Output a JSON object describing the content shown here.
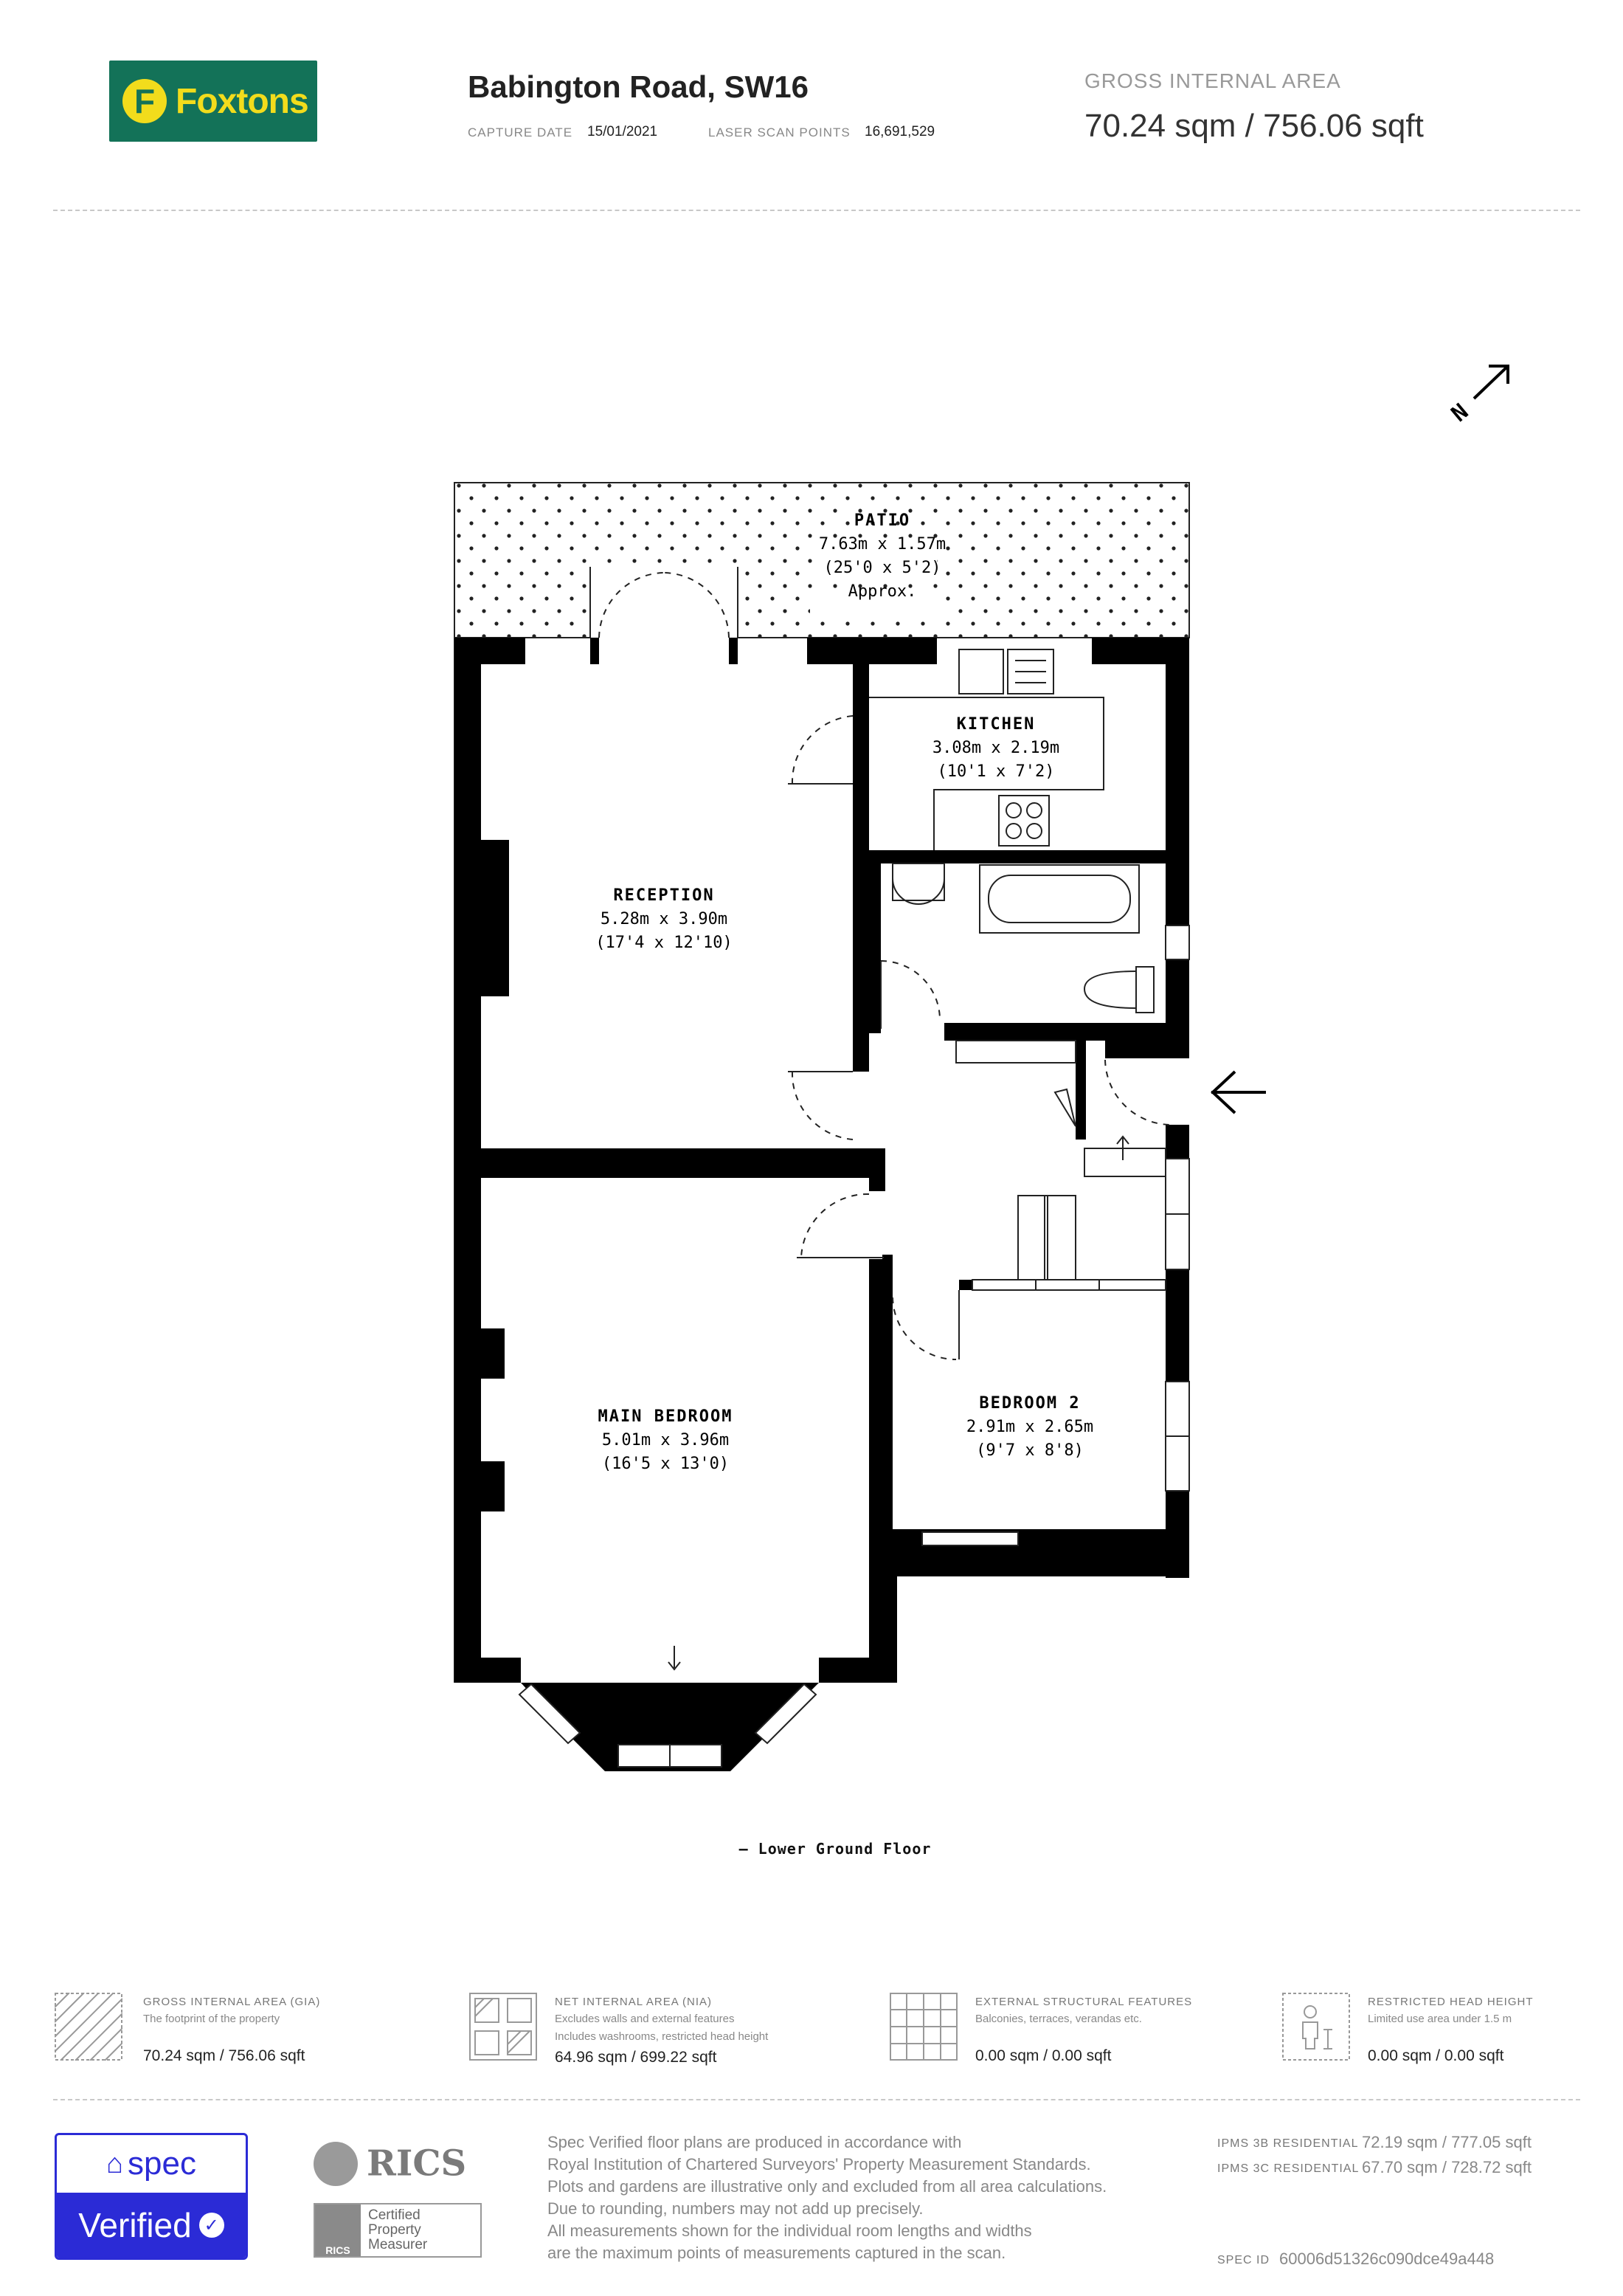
{
  "header": {
    "logo_text": "Foxtons",
    "logo_mark": "F",
    "address": "Babington Road, SW16",
    "capture_date_label": "CAPTURE DATE",
    "capture_date": "15/01/2021",
    "scan_points_label": "LASER SCAN POINTS",
    "scan_points": "16,691,529",
    "gia_label": "GROSS INTERNAL AREA",
    "gia_value": "70.24 sqm / 756.06 sqft"
  },
  "plan": {
    "compass": "N",
    "floor_label": "— Lower Ground Floor",
    "rooms": [
      {
        "name": "PATIO",
        "metric": "7.63m x 1.57m",
        "imperial": "(25'0 x 5'2)",
        "note": "Approx."
      },
      {
        "name": "KITCHEN",
        "metric": "3.08m x 2.19m",
        "imperial": "(10'1 x 7'2)"
      },
      {
        "name": "RECEPTION",
        "metric": "5.28m x 3.90m",
        "imperial": "(17'4 x 12'10)"
      },
      {
        "name": "MAIN BEDROOM",
        "metric": "5.01m x 3.96m",
        "imperial": "(16'5 x 13'0)"
      },
      {
        "name": "BEDROOM 2",
        "metric": "2.91m x 2.65m",
        "imperial": "(9'7 x 8'8)"
      }
    ]
  },
  "legend": [
    {
      "title": "GROSS INTERNAL AREA (GIA)",
      "sub1": "The footprint of the property",
      "sub2": "",
      "value": "70.24 sqm / 756.06 sqft",
      "icon": "hatch-icon"
    },
    {
      "title": "NET INTERNAL AREA (NIA)",
      "sub1": "Excludes walls and external features",
      "sub2": "Includes washrooms, restricted head height",
      "value": "64.96 sqm / 699.22 sqft",
      "icon": "nia-icon"
    },
    {
      "title": "EXTERNAL STRUCTURAL FEATURES",
      "sub1": "Balconies, terraces, verandas etc.",
      "sub2": "",
      "value": "0.00 sqm / 0.00 sqft",
      "icon": "grid-icon"
    },
    {
      "title": "RESTRICTED HEAD HEIGHT",
      "sub1": "Limited use area under 1.5 m",
      "sub2": "",
      "value": "0.00 sqm / 0.00 sqft",
      "icon": "person-icon"
    }
  ],
  "footer": {
    "spec_name": "spec",
    "spec_verified": "Verified",
    "rics": "RICS",
    "rics_badge": "RICS",
    "rics_cert": [
      "Certified",
      "Property",
      "Measurer"
    ],
    "disclaimer": [
      "Spec Verified floor plans are produced in accordance with",
      "Royal Institution of Chartered Surveyors' Property Measurement Standards.",
      "Plots and gardens are illustrative only and excluded from all area calculations.",
      "Due to rounding, numbers may not add up precisely.",
      "All measurements shown for the individual room lengths and widths",
      "are the maximum points of measurements captured in the scan."
    ],
    "ipms_3b_label": "IPMS 3B RESIDENTIAL",
    "ipms_3b_value": "72.19 sqm / 777.05 sqft",
    "ipms_3c_label": "IPMS 3C RESIDENTIAL",
    "ipms_3c_value": "67.70 sqm / 728.72 sqft",
    "spec_id_label": "SPEC ID",
    "spec_id_value": "60006d51326c090dce49a448"
  }
}
